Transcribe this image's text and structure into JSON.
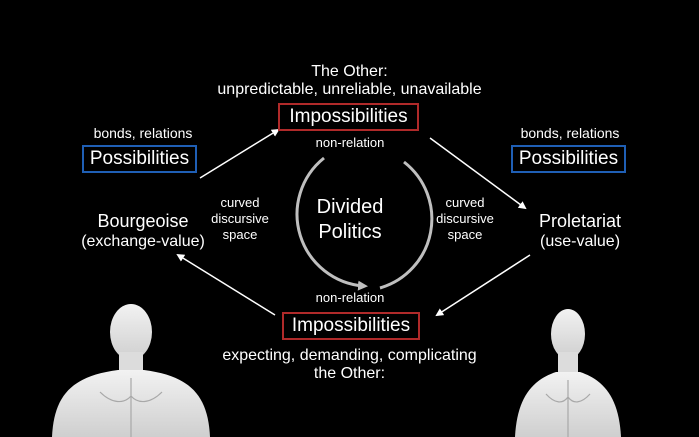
{
  "top": {
    "title": "The Other:",
    "subtitle": "unpredictable, unreliable, unavailable",
    "box": "Impossibilities",
    "relation": "non-relation"
  },
  "bottom": {
    "relation": "non-relation",
    "box": "Impossibilities",
    "caption_line1": "expecting, demanding, complicating",
    "caption_line2": "the Other:"
  },
  "left": {
    "small": "bonds, relations",
    "box": "Possibilities",
    "name": "Bourgeoise",
    "value": "(exchange-value)",
    "space_line1": "curved",
    "space_line2": "discursive",
    "space_line3": "space"
  },
  "right": {
    "small": "bonds, relations",
    "box": "Possibilities",
    "name": "Proletariat",
    "value": "(use-value)",
    "space_line1": "curved",
    "space_line2": "discursive",
    "space_line3": "space"
  },
  "center": {
    "line1": "Divided",
    "line2": "Politics"
  },
  "colors": {
    "background": "#000000",
    "possibility_border": "#1f5fb5",
    "impossibility_border": "#b02a2a",
    "arrows": "#ffffff",
    "circle": "#bfbfbf"
  },
  "icons": [
    "arrow-icon",
    "circular-arrows-icon",
    "human-figure-icon"
  ]
}
